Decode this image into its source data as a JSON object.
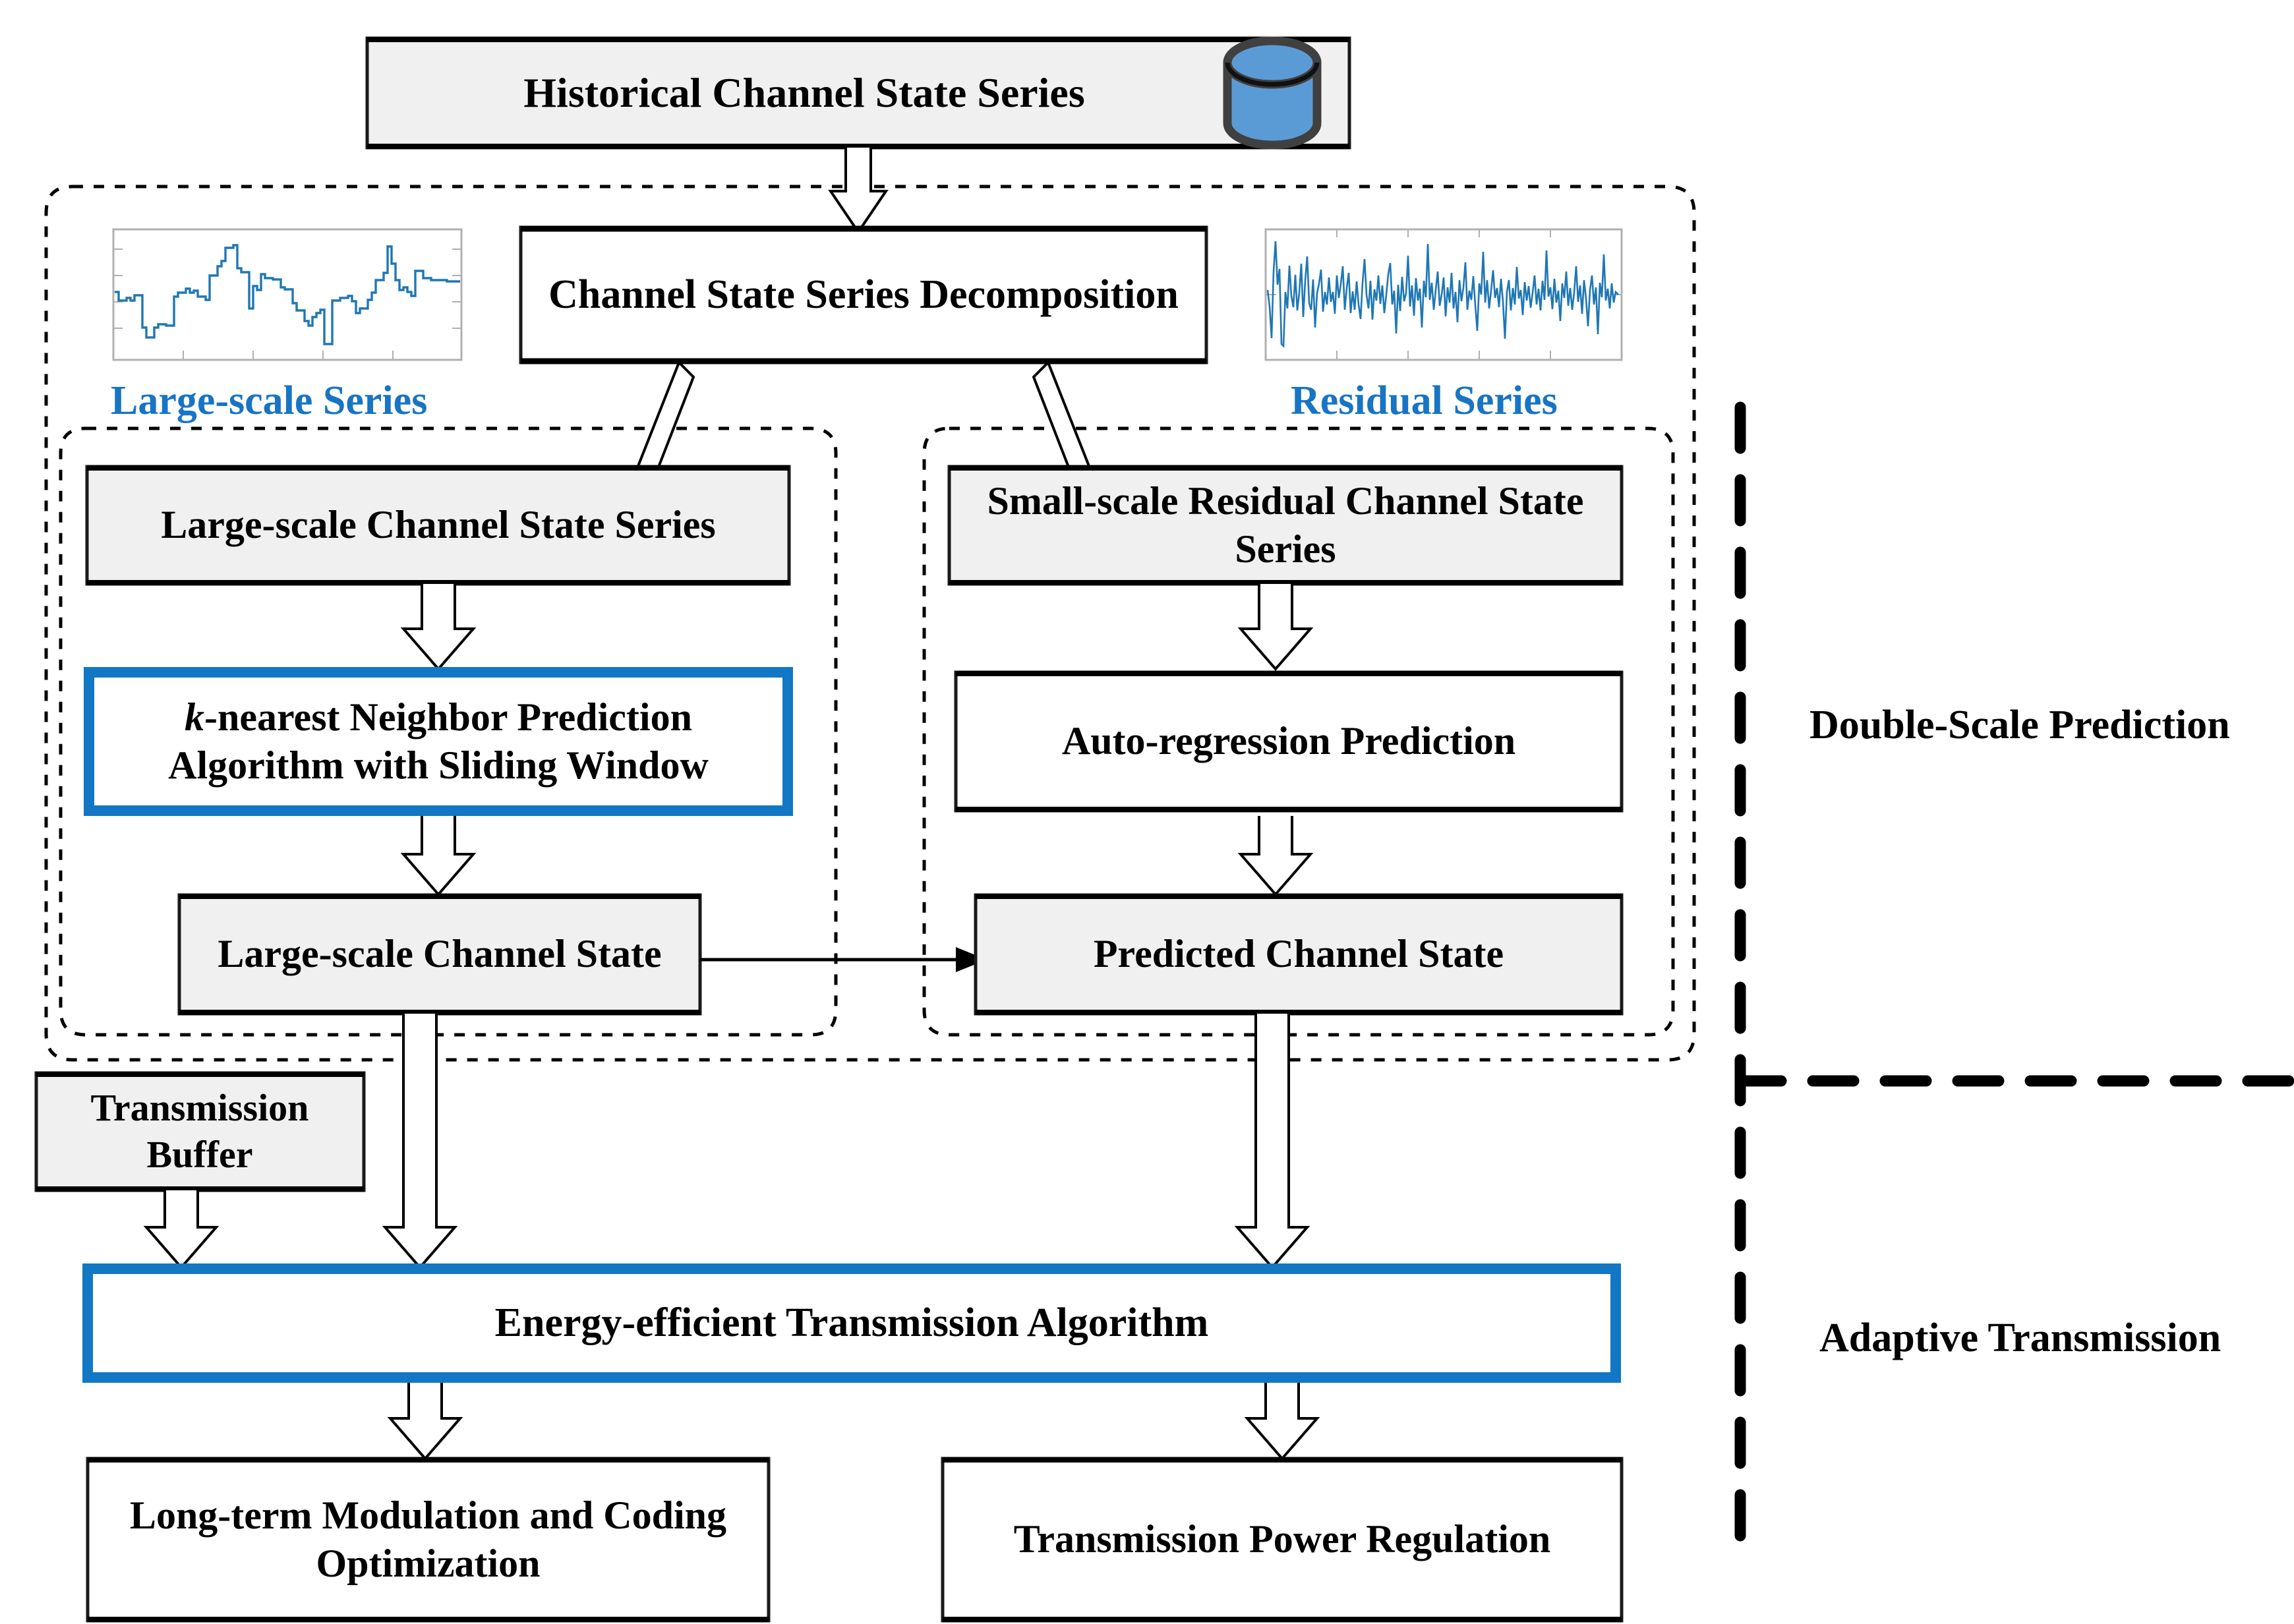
{
  "diagram": {
    "title_box": {
      "label": "Historical Channel State Series",
      "icon": "database-cylinder-icon",
      "icon_color": "#5B9BD5"
    },
    "decomposition_box": {
      "label": "Channel State Series Decomposition"
    },
    "group_labels": {
      "large_scale": "Large-scale Series",
      "residual": "Residual Series",
      "color": "#1874C4"
    },
    "side_labels": {
      "prediction": "Double-Scale Prediction",
      "transmission": "Adaptive Transmission"
    },
    "boxes": {
      "large_scale_series": "Large-scale Channel State Series",
      "knn": {
        "prefix": "k",
        "rest": "-nearest Neighbor Prediction Algorithm with Sliding Window"
      },
      "large_scale_state": "Large-scale Channel State",
      "small_scale_series": "Small-scale Residual Channel State Series",
      "auto_regression": "Auto-regression Prediction",
      "predicted_state": "Predicted Channel State",
      "transmission_buffer": "Transmission Buffer",
      "energy_algorithm": "Energy-efficient Transmission Algorithm",
      "modulation": "Long-term Modulation and Coding Optimization",
      "power_regulation": "Transmission Power Regulation"
    },
    "thumbnails": {
      "large_scale_plot": "large-scale-series-waveform",
      "residual_plot": "residual-series-waveform",
      "series_color": "#1F77B4"
    },
    "colors": {
      "accent_blue": "#1277C4",
      "box_fill": "#F0F0F0",
      "box_stroke": "#1A1A1A"
    }
  },
  "chart_data": [
    {
      "type": "line",
      "title": "Large-scale Series",
      "xlabel": "",
      "ylabel": "",
      "grid": true,
      "values": [
        0.52,
        0.44,
        0.42,
        0.46,
        0.46,
        0.18,
        0.1,
        0.08,
        0.2,
        0.22,
        0.26,
        0.22,
        0.22,
        0.45,
        0.44,
        0.5,
        0.52,
        0.42,
        0.44,
        0.46,
        0.4,
        0.38,
        0.62,
        0.64,
        0.8,
        0.82,
        0.9,
        0.92,
        0.92,
        0.72,
        0.7,
        0.36,
        0.36,
        0.62,
        0.62,
        0.48,
        0.66,
        0.68,
        0.6,
        0.6,
        0.6,
        0.52,
        0.5,
        0.44,
        0.3,
        0.3,
        0.22,
        0.2,
        0.14,
        0.14,
        0.26,
        0.28,
        0.3,
        0.02,
        0.02,
        0.44,
        0.44,
        0.46,
        0.48,
        0.46,
        0.46,
        0.28,
        0.28,
        0.34,
        0.34,
        0.44,
        0.46,
        0.62,
        0.64,
        0.72,
        0.74,
        0.92,
        0.92,
        0.7,
        0.68,
        0.5,
        0.48,
        0.54,
        0.52,
        0.44,
        0.44,
        0.76,
        0.76,
        0.64,
        0.62,
        0.6
      ]
    },
    {
      "type": "line",
      "title": "Residual Series",
      "xlabel": "",
      "ylabel": "",
      "grid": true,
      "note": "high-frequency zero-mean noise, ~200 samples, amplitude +/-1"
    }
  ]
}
